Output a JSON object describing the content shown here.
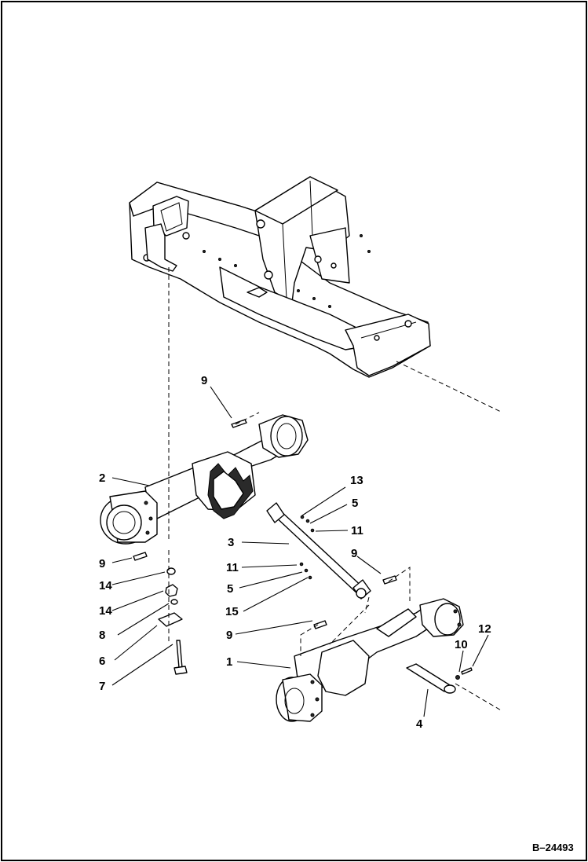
{
  "figure_ref": "B–24493",
  "callouts": {
    "c_9_top": "9",
    "c_2": "2",
    "c_13": "13",
    "c_5_right": "5",
    "c_11_right": "11",
    "c_3": "3",
    "c_9_left": "9",
    "c_9_mid": "9",
    "c_11_left": "11",
    "c_14_a": "14",
    "c_5_left": "5",
    "c_14_b": "14",
    "c_15": "15",
    "c_8": "8",
    "c_9_bottom": "9",
    "c_6": "6",
    "c_12": "12",
    "c_10": "10",
    "c_1": "1",
    "c_7": "7",
    "c_4": "4"
  }
}
